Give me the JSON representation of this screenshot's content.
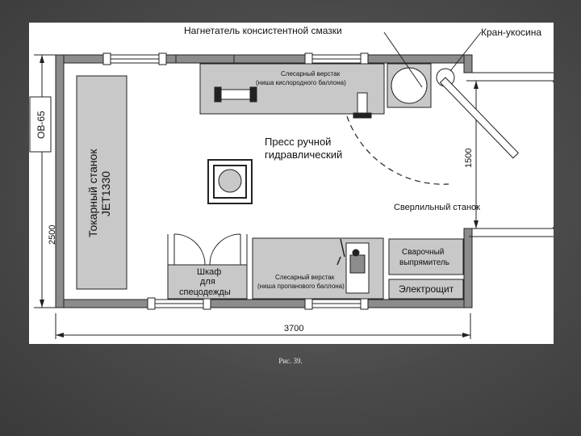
{
  "caption": "Рис. 39.",
  "plan": {
    "labels": {
      "grease_pump": "Нагнетатель консистентной смазки",
      "crane": "Кран-укосина",
      "bench_top_line1": "Слесарный верстак",
      "bench_top_line2": "(ниша кислородного баллона)",
      "press_line1": "Пресс ручной",
      "press_line2": "гидравлический",
      "lathe_line1": "Токарный станок",
      "lathe_line2": "JET1330",
      "drill": "Сверлильный станок",
      "welder_line1": "Сварочный",
      "welder_line2": "выпрямитель",
      "panel": "Электрощит",
      "wardrobe_line1": "Шкаф",
      "wardrobe_line2": "для",
      "wardrobe_line3": "спецодежды",
      "bench_bottom_line1": "Слесарный верстак",
      "bench_bottom_line2": "(ниша пропанового баллона)",
      "heater": "ОВ-65"
    },
    "dimensions": {
      "width": "3700",
      "height": "2500",
      "door": "1500"
    }
  }
}
